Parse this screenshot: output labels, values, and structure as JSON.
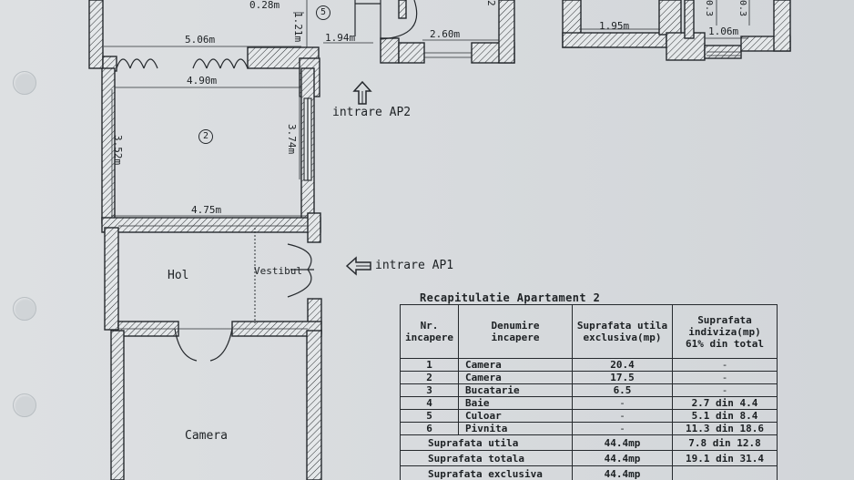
{
  "labels": {
    "dim_028": "0.28m",
    "dim_506": "5.06m",
    "dim_490": "4.90m",
    "dim_121": "1.21m",
    "dim_194": "1.94m",
    "dim_260": "2.60m",
    "dim_195": "1.95m",
    "dim_106": "1.06m",
    "dim_352": "3.52m",
    "dim_374": "3.74m",
    "dim_475": "4.75m",
    "dim_top_right_a": "0.3",
    "dim_top_right_b": "0.3",
    "dim_top_2": "2",
    "room_num_2": "2",
    "room_num_5": "5",
    "entry_ap2": "intrare AP2",
    "entry_ap1": "intrare AP1",
    "hol": "Hol",
    "vestibul": "Vestibul",
    "camera": "Camera"
  },
  "summary": {
    "title": "Recapitulatie Apartament 2",
    "headers": {
      "nr": "Nr.\nincapere",
      "denumire": "Denumire\nincapere",
      "utila": "Suprafata utila\nexclusiva(mp)",
      "indiviza": "Suprafata\nindiviza(mp)\n61% din total"
    },
    "rows": [
      {
        "nr": "1",
        "denumire": "Camera",
        "utila": "20.4",
        "indiviza": "-"
      },
      {
        "nr": "2",
        "denumire": "Camera",
        "utila": "17.5",
        "indiviza": "-"
      },
      {
        "nr": "3",
        "denumire": "Bucatarie",
        "utila": "6.5",
        "indiviza": "-"
      },
      {
        "nr": "4",
        "denumire": "Baie",
        "utila": "-",
        "indiviza": "2.7 din 4.4"
      },
      {
        "nr": "5",
        "denumire": "Culoar",
        "utila": "-",
        "indiviza": "5.1 din 8.4"
      },
      {
        "nr": "6",
        "denumire": "Pivnita",
        "utila": "-",
        "indiviza": "11.3 din 18.6"
      }
    ],
    "totals": [
      {
        "label": "Suprafata utila",
        "utila": "44.4mp",
        "indiviza": "7.8 din 12.8"
      },
      {
        "label": "Suprafata totala",
        "utila": "44.4mp",
        "indiviza": "19.1 din 31.4"
      },
      {
        "label": "Suprafata exclusiva",
        "utila": "44.4mp",
        "indiviza": ""
      }
    ]
  }
}
